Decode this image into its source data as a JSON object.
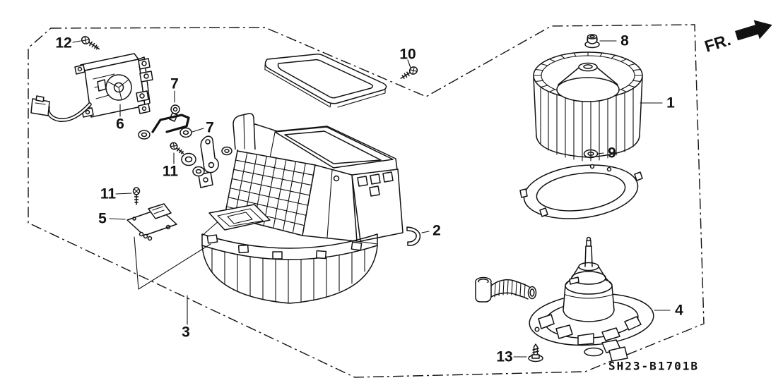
{
  "diagram": {
    "code": "SH23-B1701B",
    "front_label": "FR.",
    "callouts": {
      "fan": "1",
      "clip": "2",
      "case": "3",
      "motor": "4",
      "resistor": "5",
      "actuator": "6",
      "rod_clamp": "7",
      "rod_bush": "7",
      "nut": "8",
      "washer": "9",
      "screw_a": "10",
      "screw_b_upper": "11",
      "screw_b_lower": "11",
      "screw_c": "12",
      "screw_d": "13"
    }
  }
}
